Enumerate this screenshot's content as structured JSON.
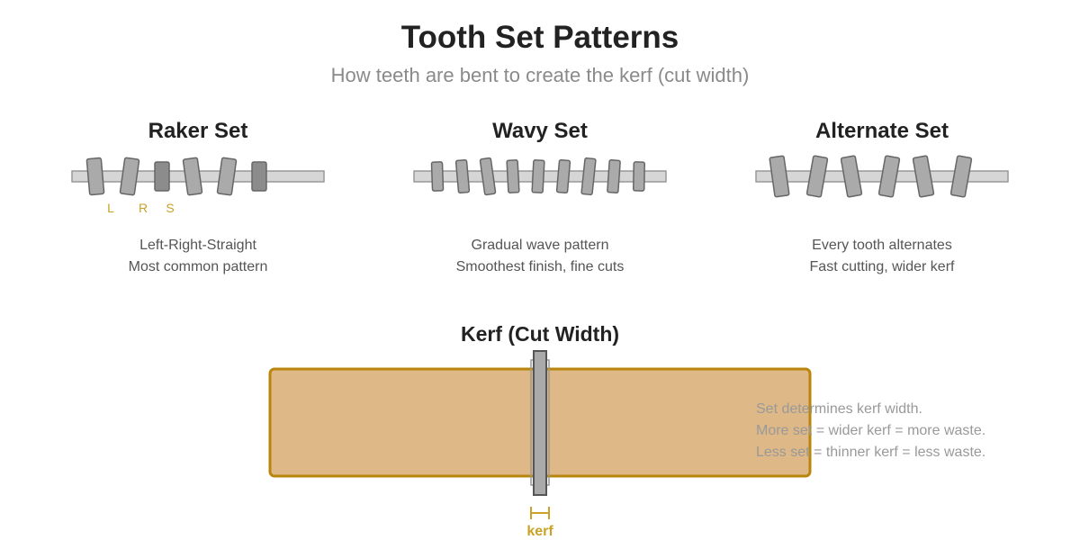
{
  "title": "Tooth Set Patterns",
  "subtitle": "How teeth are bent to create the kerf (cut width)",
  "panels": [
    {
      "title": "Raker Set",
      "labels": [
        "L",
        "R",
        "S"
      ],
      "line1": "Left-Right-Straight",
      "line2": "Most common pattern"
    },
    {
      "title": "Wavy Set",
      "line1": "Gradual wave pattern",
      "line2": "Smoothest finish, fine cuts"
    },
    {
      "title": "Alternate Set",
      "line1": "Every tooth alternates",
      "line2": "Fast cutting, wider kerf"
    }
  ],
  "kerf": {
    "title": "Kerf (Cut Width)",
    "label": "kerf",
    "notes": [
      "Set determines kerf width.",
      "More set = wider kerf = more waste.",
      "Less set = thinner kerf = less waste."
    ]
  },
  "colors": {
    "tooth": "#aaaaaa",
    "tooth_straight": "#8c8c8c",
    "tooth_stroke": "#666666",
    "blade": "#d6d6d6",
    "wood": "#deb887",
    "wood_stroke": "#b8860b",
    "accent": "#c9a227"
  }
}
